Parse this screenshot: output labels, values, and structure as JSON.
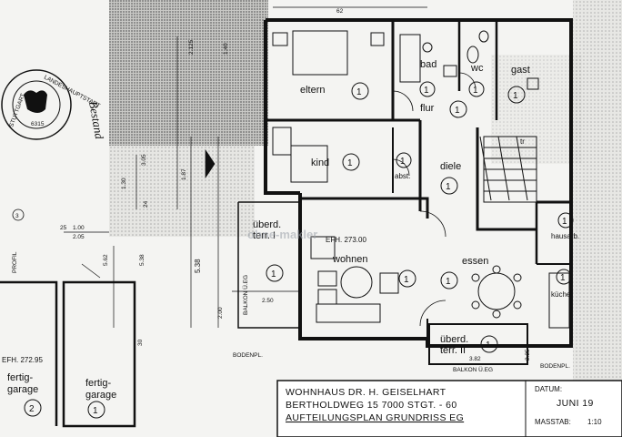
{
  "document": {
    "rooms": [
      {
        "key": "eltern",
        "label": "eltern",
        "number": "1"
      },
      {
        "key": "bad",
        "label": "bad",
        "number": "1"
      },
      {
        "key": "wc",
        "label": "wc",
        "number": "1"
      },
      {
        "key": "gast",
        "label": "gast",
        "number": "1"
      },
      {
        "key": "flur",
        "label": "flur",
        "number": "1"
      },
      {
        "key": "kind",
        "label": "kind",
        "number": "1"
      },
      {
        "key": "abst",
        "label": "abst.",
        "number": "1"
      },
      {
        "key": "diele",
        "label": "diele",
        "number": "1"
      },
      {
        "key": "hausarb",
        "label": "hausarb.",
        "number": "1"
      },
      {
        "key": "wohnen",
        "label": "wohnen",
        "number": "1"
      },
      {
        "key": "essen",
        "label": "essen",
        "number": "1"
      },
      {
        "key": "kueche",
        "label": "küche",
        "number": "1"
      },
      {
        "key": "ueberd_terr_1",
        "label_line1": "überd.",
        "label_line2": "terr. I",
        "number": "1"
      },
      {
        "key": "ueberd_terr_2",
        "label_line1": "überd.",
        "label_line2": "terr. II",
        "number": "1"
      },
      {
        "key": "fertiggarage_1",
        "label_line1": "fertig-",
        "label_line2": "garage",
        "number": "2"
      },
      {
        "key": "fertiggarage_2",
        "label_line1": "fertig-",
        "label_line2": "garage",
        "number": "1"
      }
    ],
    "stamp": {
      "top_text": "LANDESHAUPTSTADT",
      "left_text": "STUTTGART",
      "number": "6315"
    },
    "handwritten_note": "Bestand",
    "elevation_labels": {
      "main": "EFH. 273.00",
      "garage": "EFH. 272.95"
    },
    "dimensions": {
      "top": "62",
      "d_305": "3.05",
      "d_187": "1.87",
      "d_538a": "5.38",
      "d_538b": "5.38",
      "d_562": "5.62",
      "d_100": "1.00",
      "d_205": "2.05",
      "d_250": "2.50",
      "d_382": "3.82",
      "d_200": "2.00",
      "d_225": "2.25",
      "d_30": "30",
      "d_24": "24",
      "d_130": "1.30",
      "d_140": "1.40",
      "d_2125": "2.125",
      "d_25": "25"
    },
    "annotations": {
      "profil": "PROFIL",
      "balkon_left": "BALKON Ü.EG",
      "balkon_right": "BALKON Ü.EG",
      "bodenpl_left": "BODENPL.",
      "bodenpl_right": "BODENPL.",
      "circle_3": "3",
      "tr_label": "tr"
    },
    "watermark": "ohne-makler",
    "title_block": {
      "line1": "WOHNHAUS DR. H. GEISELHART",
      "line2": "BERTHOLDWEG 15  7000 STGT. - 60",
      "line3": "AUFTEILUNGSPLAN GRUNDRISS EG",
      "datum_label": "DATUM:",
      "datum_value": "JUNI 19",
      "masstab_label": "MASSTAB:",
      "masstab_value": "1:10"
    }
  },
  "colors": {
    "line": "#111111",
    "paper": "#f4f4f2",
    "hatch": "#6e6e6e",
    "watermark": "#9aa0a8"
  }
}
